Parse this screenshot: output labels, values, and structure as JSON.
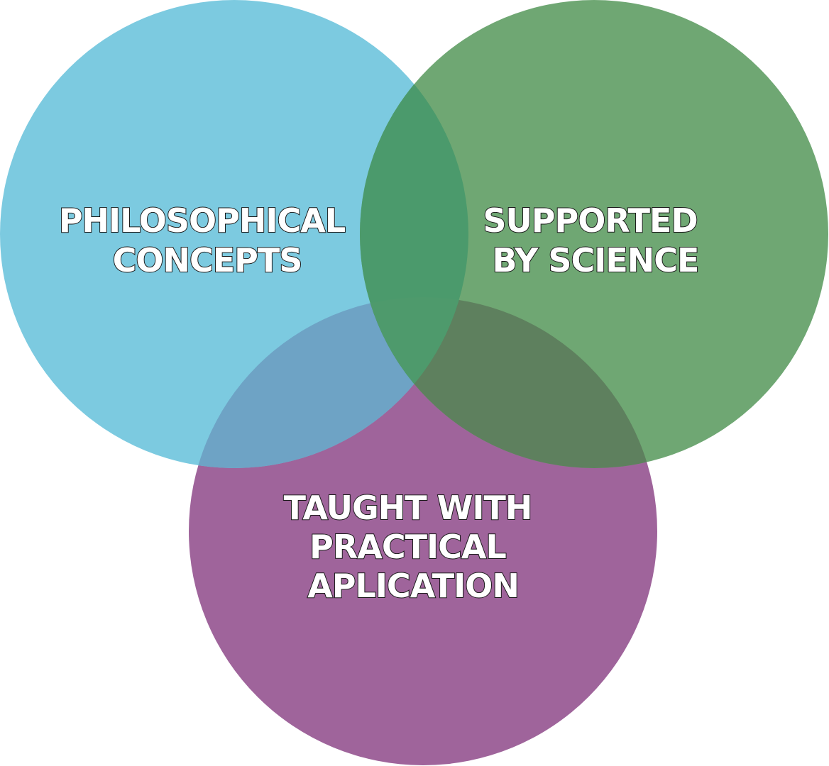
{
  "venn": {
    "circles": [
      {
        "id": "philosophical",
        "color": "#7ccae0",
        "lines": [
          "PHILOSOPHICAL",
          "CONCEPTS"
        ]
      },
      {
        "id": "science",
        "color": "#6fa773",
        "lines": [
          "SUPPORTED",
          "BY SCIENCE"
        ]
      },
      {
        "id": "practical",
        "color": "#9f649b",
        "lines": [
          "TAUGHT WITH",
          "PRACTICAL",
          "APLICATION"
        ]
      }
    ],
    "overlap_colors": {
      "philosophical_science": "#4b9a6c",
      "philosophical_practical": "#6ea3c5",
      "science_practical": "#5e805e",
      "all_three": "#4e9a6c"
    }
  }
}
